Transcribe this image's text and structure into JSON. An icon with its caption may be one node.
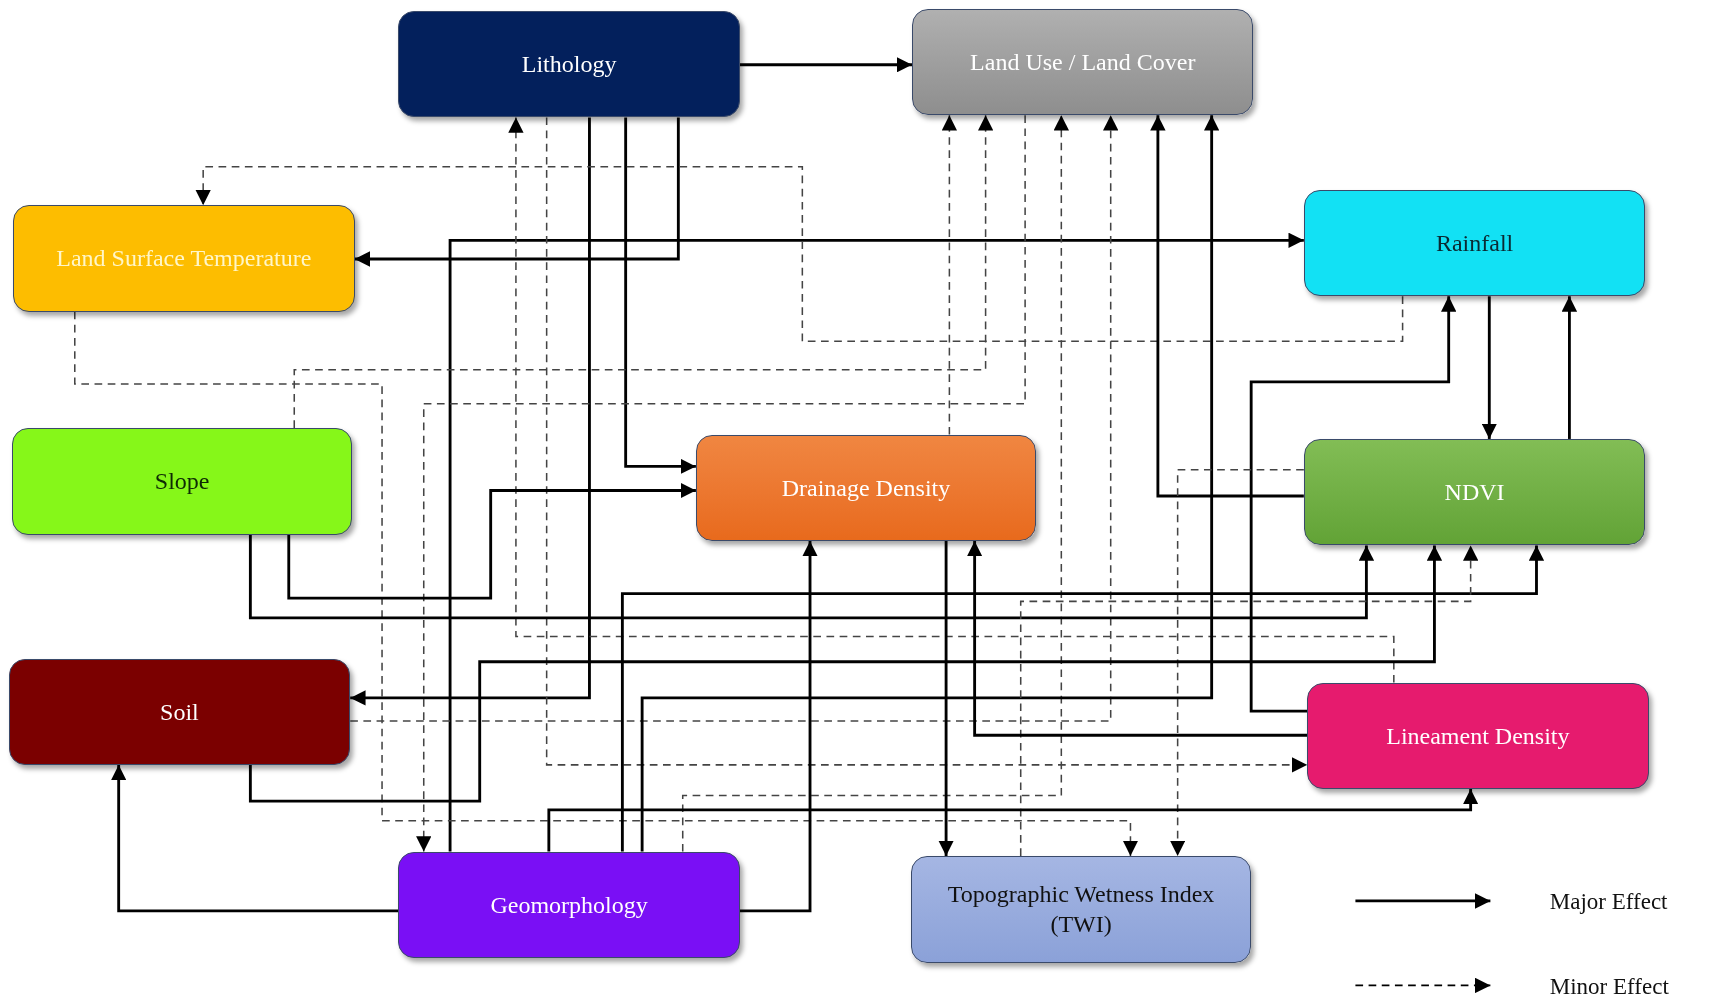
{
  "diagram": {
    "nodes": [
      {
        "text": [
          "Lithology"
        ]
      },
      {
        "text": [
          "Land Use / Land Cover"
        ]
      },
      {
        "text": [
          "Land Surface Temperature"
        ]
      },
      {
        "text": [
          "Rainfall"
        ]
      },
      {
        "text": [
          "Slope"
        ]
      },
      {
        "text": [
          "Drainage Density"
        ]
      },
      {
        "text": [
          "NDVI"
        ]
      },
      {
        "text": [
          "Soil"
        ]
      },
      {
        "text": [
          "Lineament Density"
        ]
      },
      {
        "text": [
          "Geomorphology"
        ]
      },
      {
        "text": [
          "Topographic Wetness Index (TWI)"
        ]
      }
    ],
    "edges": [
      {
        "from": 0,
        "to": 1,
        "arrow": "to"
      },
      {
        "from": 0,
        "to": 2,
        "arrow": "to"
      },
      {
        "from": 0,
        "to": 5,
        "arrow": "to"
      },
      {
        "from": 0,
        "to": 7,
        "arrow": "to"
      },
      {
        "from": 9,
        "to": 3,
        "arrow": "to"
      },
      {
        "from": 8,
        "to": 0,
        "arrow": "to",
        "style": "dashed"
      },
      {
        "from": 0,
        "to": 8,
        "arrow": "to",
        "style": "dashed"
      },
      {
        "from": 2,
        "to": 10,
        "arrow": "to",
        "style": "dashed"
      },
      {
        "from": 3,
        "to": 2,
        "arrow": "to",
        "style": "dashed"
      },
      {
        "from": 4,
        "to": 1,
        "arrow": "to",
        "style": "dashed"
      },
      {
        "from": 1,
        "to": 9,
        "arrow": "to",
        "style": "dashed"
      },
      {
        "from": 5,
        "to": 1,
        "arrow": "to",
        "style": "dashed"
      },
      {
        "from": 9,
        "to": 1,
        "arrow": "to",
        "style": "dashed"
      },
      {
        "from": 7,
        "to": 1,
        "arrow": "to",
        "style": "dashed"
      },
      {
        "from": 6,
        "to": 1,
        "arrow": "to"
      },
      {
        "from": 9,
        "to": 1,
        "arrow": "to"
      },
      {
        "from": 8,
        "to": 3,
        "arrow": "to"
      },
      {
        "from": 3,
        "to": 6,
        "arrow": "to"
      },
      {
        "from": 6,
        "to": 3,
        "arrow": "to"
      },
      {
        "from": 6,
        "to": 10,
        "arrow": "to",
        "style": "dashed"
      },
      {
        "from": 4,
        "to": 5,
        "arrow": "to"
      },
      {
        "from": 4,
        "to": 6,
        "arrow": "to"
      },
      {
        "from": 9,
        "to": 6,
        "arrow": "to"
      },
      {
        "from": 10,
        "to": 6,
        "arrow": "to",
        "style": "dashed"
      },
      {
        "from": 7,
        "to": 6,
        "arrow": "to"
      },
      {
        "from": 9,
        "to": 5,
        "arrow": "to"
      },
      {
        "from": 5,
        "to": 10,
        "arrow": "to"
      },
      {
        "from": 8,
        "to": 5,
        "arrow": "to"
      },
      {
        "from": 9,
        "to": 8,
        "arrow": "to"
      },
      {
        "from": 9,
        "to": 7,
        "arrow": "to"
      }
    ],
    "legend": [
      {
        "text": "Major Effect"
      },
      {
        "text": "Minor Effect"
      }
    ]
  }
}
